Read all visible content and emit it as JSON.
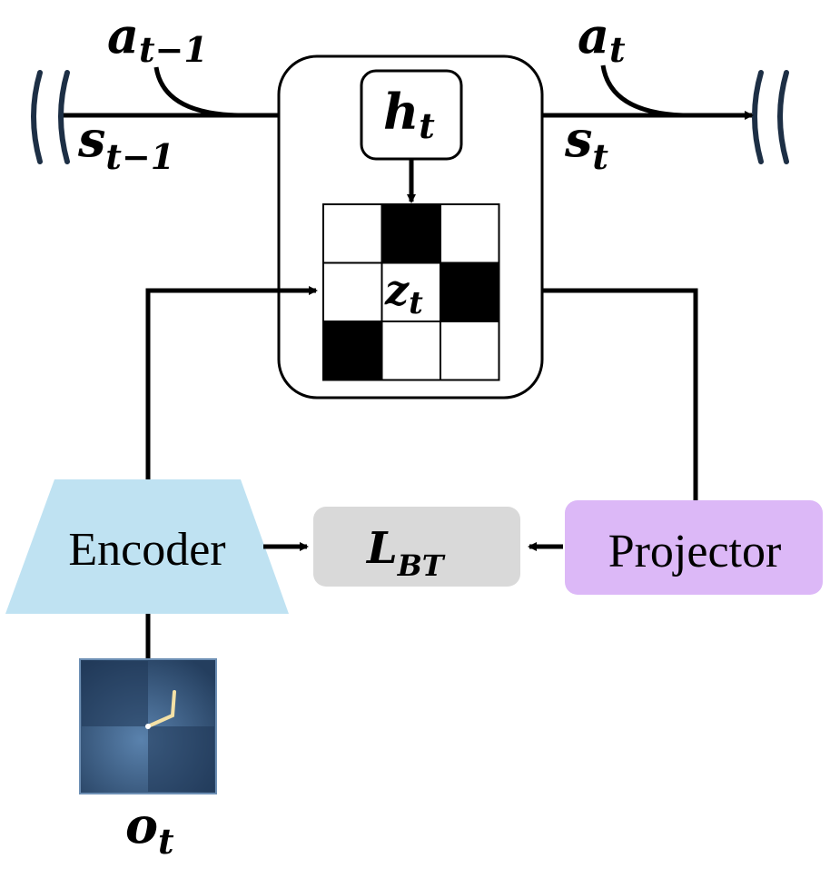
{
  "labels": {
    "a_prev": {
      "base": "a",
      "sub": "t−1"
    },
    "s_prev": {
      "base": "s",
      "sub": "t−1"
    },
    "a_t": {
      "base": "a",
      "sub": "t"
    },
    "s_t": {
      "base": "s",
      "sub": "t"
    },
    "h_t": {
      "base": "h",
      "sub": "t"
    },
    "z_t": {
      "base": "z",
      "sub": "t"
    },
    "loss": {
      "base": "L",
      "sub": "BT"
    },
    "o_t": {
      "base": "o",
      "sub": "t"
    }
  },
  "blocks": {
    "encoder": "Encoder",
    "projector": "Projector"
  },
  "grid": {
    "cells": [
      [
        0,
        1,
        0
      ],
      [
        0,
        0,
        1
      ],
      [
        1,
        0,
        0
      ]
    ]
  },
  "colors": {
    "encoder_fill": "#bfe2f2",
    "projector_fill": "#dcb8f7",
    "loss_fill": "#d9d9d9",
    "observation_bg": "#3a5f88",
    "squiggle": "#1d2f45"
  },
  "observation": {
    "icon": "reacher-observation-image"
  }
}
